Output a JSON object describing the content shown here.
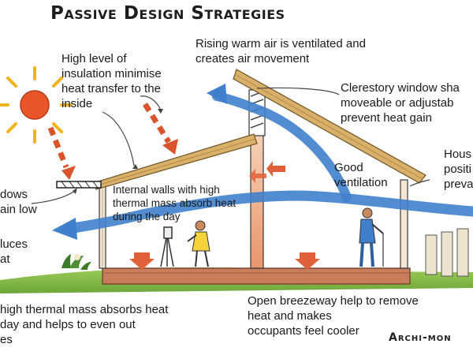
{
  "title": "Passive Design Strategies",
  "labels": {
    "rising_air": "Rising warm air is ventilated and\ncreates air movement",
    "insulation": "High level of\ninsulation minimise\nheat transfer to the\ninside",
    "clerestory": "Clerestory window sha\nmoveable or adjustab\nprevent heat gain",
    "good_ventilation": "Good\nventilation",
    "house_position": "Hous\npositi\nprevai",
    "windows": "dows\nain low",
    "internal_walls": "Internal walls with high\nthermal mass absorb heat\nduring the day",
    "reduces": "luces\nat",
    "floor_mass": "high thermal mass absorbs heat\nday and helps to even out\nes",
    "breezeway": "Open breezeway help to remove\nheat and makes\noccupants feel cooler"
  },
  "brand": "Archi-mon",
  "colors": {
    "airflow": "#3f7fcc",
    "heat_arrow": "#d9542b",
    "sun": "#e8552b",
    "sun_rays": "#f2b21b",
    "roof": "#d9b06a",
    "ground": "#8cbf4a",
    "floor": "#c97d5a"
  }
}
